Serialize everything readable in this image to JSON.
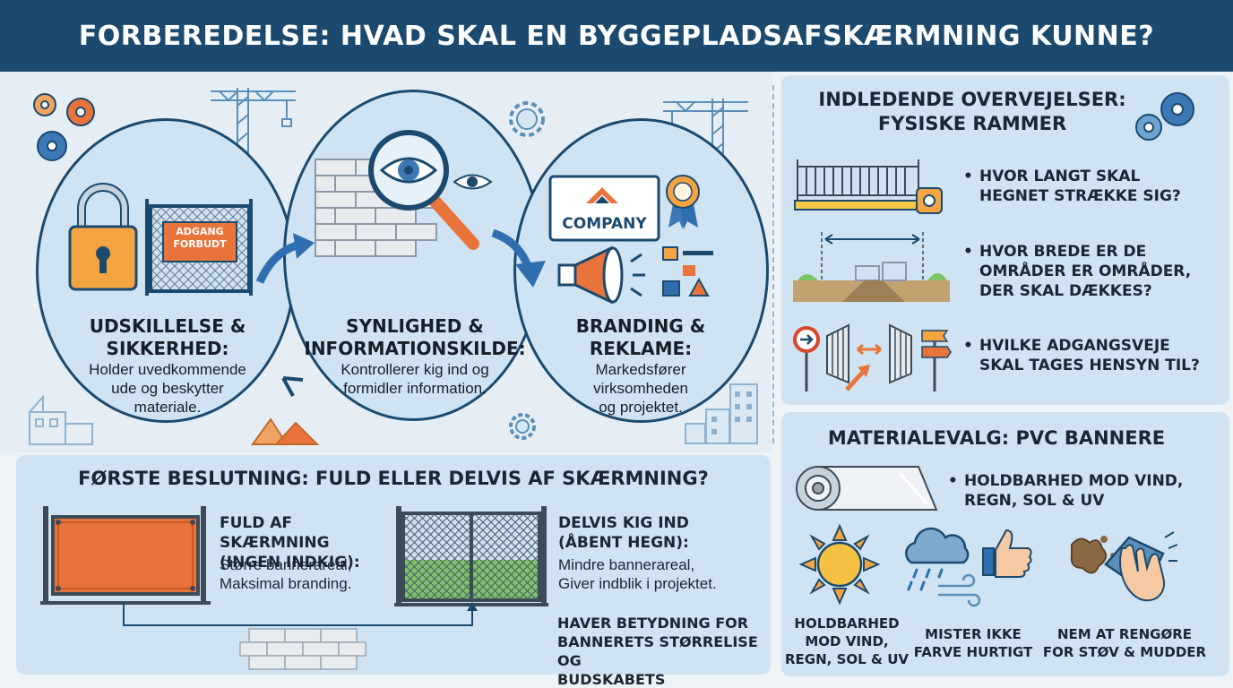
{
  "header": {
    "title": "FORBEREDELSE: HVAD SKAL EN BYGGEPLADSAFSKÆRMNING KUNNE?"
  },
  "functions": [
    {
      "title1": "UDSKILLELSE &",
      "title2": "SIKKERHED:",
      "desc": [
        "Holder uvedkommende",
        "ude og beskytter",
        "materiale."
      ],
      "sign1": "ADGANG",
      "sign2": "FORBUDT"
    },
    {
      "title1": "SYNLIGHED &",
      "title2": "INFORMATIONSKILDE:",
      "desc": [
        "Kontrollerer kig ind og",
        "formidler information."
      ]
    },
    {
      "title1": "BRANDING &",
      "title2": "REKLAME:",
      "desc": [
        "Markedsfører",
        "virksomheden",
        "og projektet."
      ],
      "company": "COMPANY"
    }
  ],
  "decision": {
    "title": "FØRSTE BESLUTNING: FULD ELLER DELVIS AF SKÆRMNING?",
    "full": {
      "title1": "FULD AF SKÆRMNING",
      "title2": "(INGEN INDKIG):",
      "text1": "Større bannerareal,",
      "text2": "Maksimal branding."
    },
    "partial": {
      "title1": "DELVIS KIG IND",
      "title2": "(ÅBENT HEGN):",
      "text1": "Mindre bannerareal,",
      "text2": "Giver indblik i projektet."
    },
    "note": [
      "HAVER BETYDNING FOR",
      "BANNERETS STØRRELISE OG",
      "BUDSKABETS SYNLIGHED."
    ]
  },
  "considerations": {
    "title1": "INDLEDENDE OVERVEJELSER:",
    "title2": "FYSISKE RAMMER",
    "q1": [
      "HVOR LANGT SKAL",
      "HEGNET STRÆKKE SIG?"
    ],
    "q2": [
      "HVOR BREDE ER DE",
      "OMRÅDER ER OMRÅDER,",
      "DER SKAL DÆKKES?"
    ],
    "q3": [
      "HVILKE ADGANGSVEJE",
      "SKAL TAGES HENSYN TIL?"
    ]
  },
  "material": {
    "title": "MATERIALEVALG: PVC BANNERE",
    "bullet": [
      "HOLDBARHED MOD VIND,",
      "REGN, SOL & UV"
    ],
    "cap1": [
      "HOLDBARHED",
      "MOD VIND,",
      "REGN, SOL & UV"
    ],
    "cap2": [
      "MISTER IKKE",
      "FARVE HURTIGT"
    ],
    "cap3": [
      "NEM AT RENGØRE",
      "FOR STØV & MUDDER"
    ]
  },
  "colors": {
    "navy": "#1c4a6e",
    "orange": "#e8743b",
    "light_blue": "#cfe3f2",
    "green": "#7cc36a"
  }
}
